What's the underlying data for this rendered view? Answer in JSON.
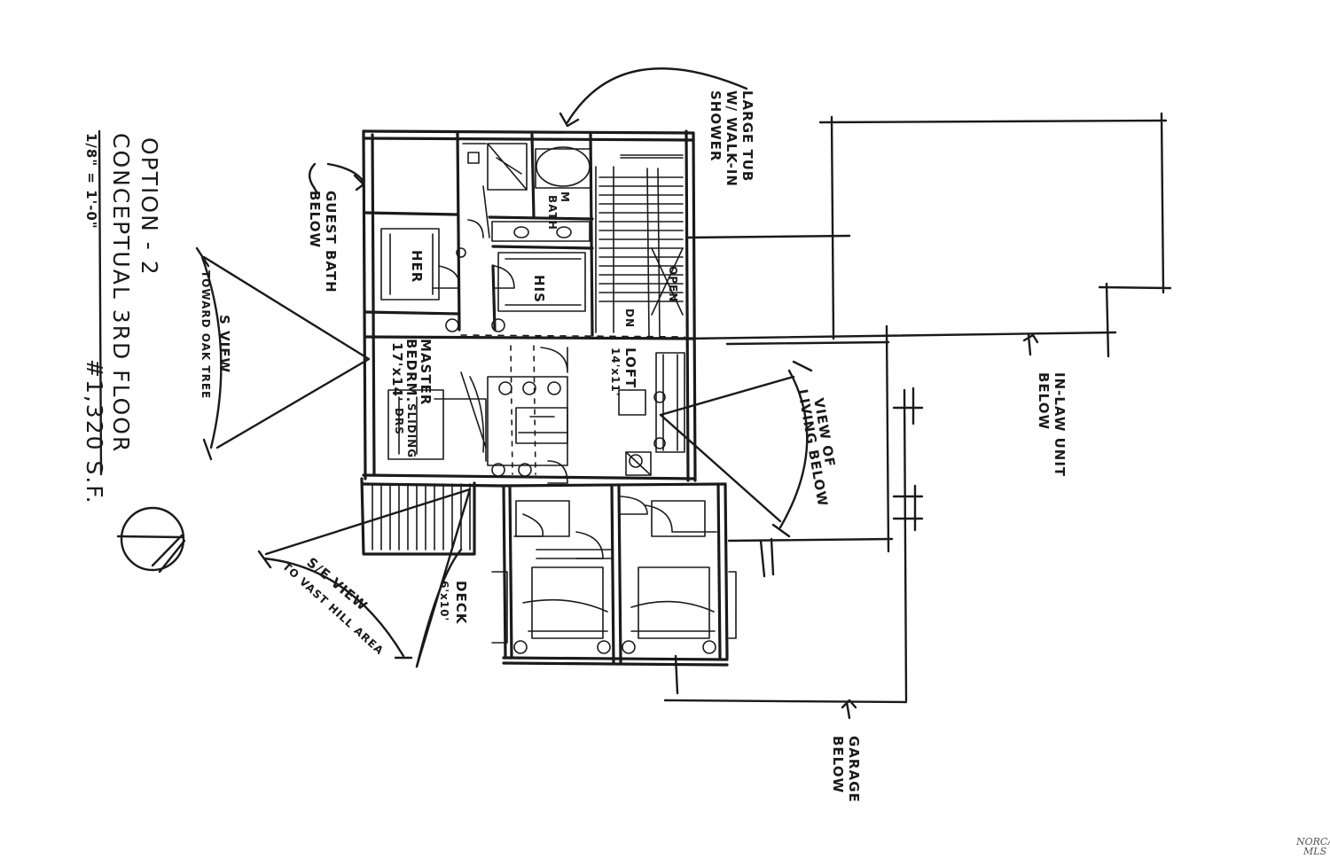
{
  "title": {
    "line1": "OPTION - 2",
    "line2": "CONCEPTUAL 3RD FLOOR",
    "scale": "1/8\" = 1'-0\"",
    "area": "#1,320 S.F."
  },
  "labels": {
    "large_tub": [
      "LARGE TUB",
      "W/ WALK-IN",
      "SHOWER"
    ],
    "guest_bath": [
      "GUEST BATH",
      "BELOW"
    ],
    "m_bath": [
      "M",
      "BATH"
    ],
    "her": "HER",
    "his": "HIS",
    "open": "OPEN",
    "dn": "DN",
    "loft": [
      "LOFT",
      "14'x11'"
    ],
    "master_bedroom": [
      "MASTER",
      "BEDRM.",
      "17'x14'"
    ],
    "sliding_doors": [
      "SLIDING",
      "DRS"
    ],
    "deck": [
      "DECK",
      "6'x10'"
    ],
    "s_view": [
      "S VIEW",
      "TOWARD OAK TREE"
    ],
    "se_view": [
      "S/E VIEW",
      "TO VAST HILL AREA"
    ],
    "view_living": [
      "VIEW OF",
      "LIVING BELOW"
    ],
    "in_law": [
      "IN-LAW UNIT",
      "BELOW"
    ],
    "garage": [
      "GARAGE",
      "BELOW"
    ]
  },
  "watermark": [
    "NORCAL",
    "MLS"
  ]
}
